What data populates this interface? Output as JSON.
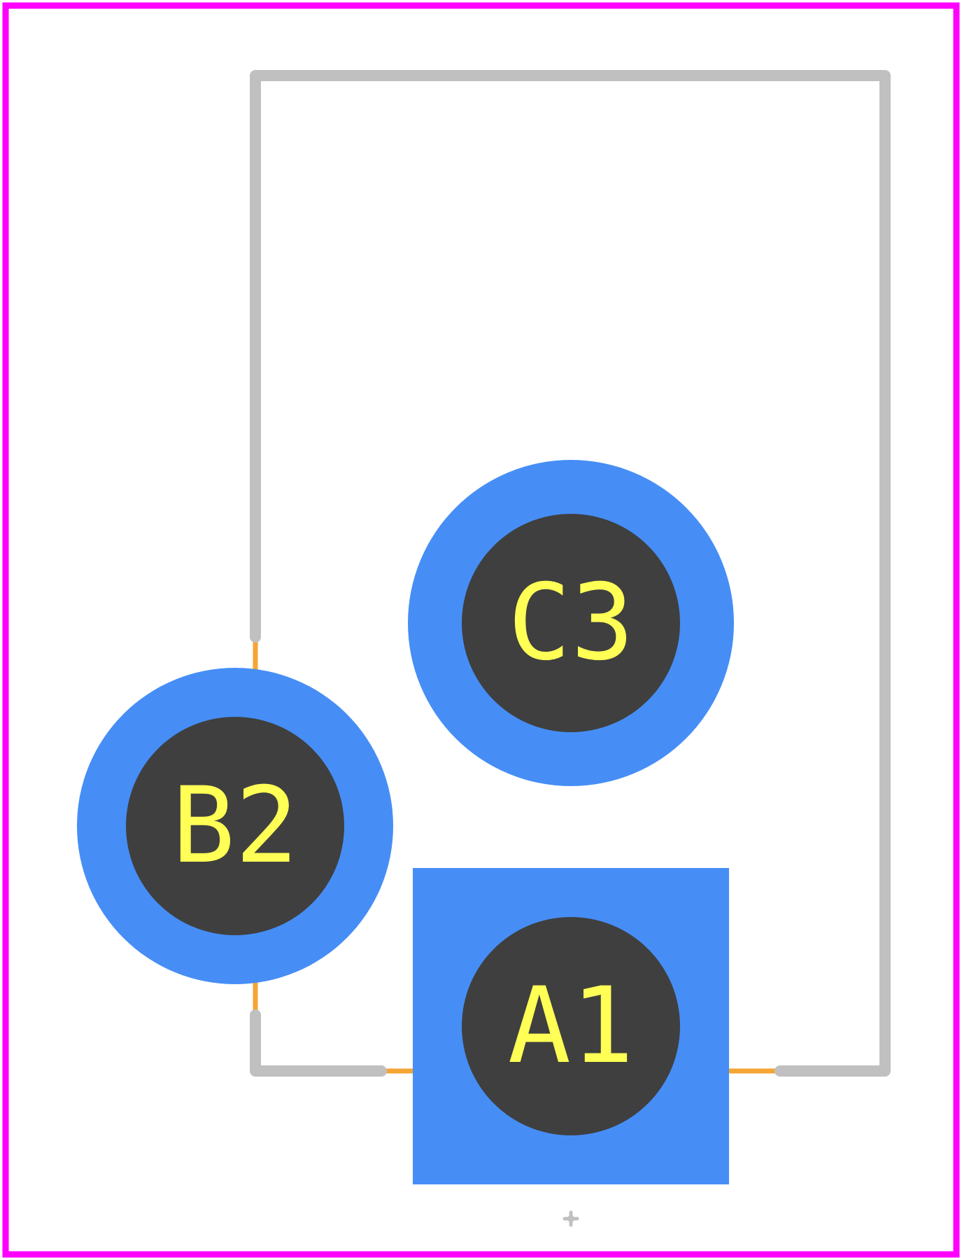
{
  "footprint": {
    "colors": {
      "courtyard": "#FF00FF",
      "silkscreen": "#C0C0C0",
      "copper": "#468EF6",
      "drill": "#3F3F3F",
      "pad_label": "#FFFF55",
      "assembly": "#F4A534",
      "background": "#FFFFFF"
    },
    "pads": [
      {
        "id": "A1",
        "shape": "square",
        "label": "A1"
      },
      {
        "id": "B2",
        "shape": "circle",
        "label": "B2"
      },
      {
        "id": "C3",
        "shape": "circle",
        "label": "C3"
      }
    ]
  }
}
